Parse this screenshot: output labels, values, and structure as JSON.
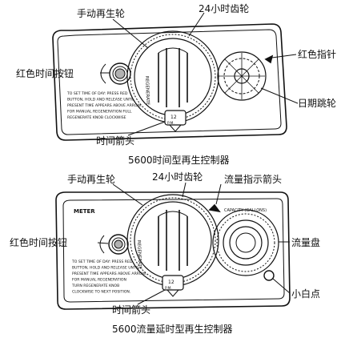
{
  "diagram1": {
    "caption": "5600时间型再生控制器",
    "callouts": {
      "manual_regen_wheel": "手动再生轮",
      "gear_24h": "24小时齿轮",
      "red_time_button": "红色时间按钮",
      "red_pointer": "红色指针",
      "day_skip_wheel": "日期跳轮",
      "time_arrow": "时间箭头"
    },
    "panel_text": {
      "regen_label": "REGENERATE",
      "knob_mark": "12",
      "pm_label": "P.M.",
      "instructions": [
        "TO SET TIME OF DAY: PRESS RED",
        "BUTTON, HOLD AND RELEASE UNTIL",
        "PRESENT TIME APPEARS ABOVE ARROW.",
        "FOR MANUAL REGENERATION FULL",
        "REGENERATE KNOB CLOCKWISE"
      ]
    }
  },
  "diagram2": {
    "caption": "5600流量延时型再生控制器",
    "callouts": {
      "manual_regen_wheel": "手动再生轮",
      "gear_24h": "24小时齿轮",
      "flow_arrow": "流量指示箭头",
      "red_time_button": "红色时间按钮",
      "flow_disk": "流量盘",
      "white_dot": "小白点",
      "time_arrow": "时间箭头"
    },
    "panel_text": {
      "meter_label": "METER",
      "capacity_label": "CAPACITY (GALLONS)",
      "regen_label": "REGENERATE",
      "knob_mark": "12",
      "pm_label": "P.M.",
      "instructions": [
        "TO SET TIME OF DAY: PRESS RED",
        "BUTTON, HOLD AND RELEASE UNTIL",
        "PRESENT TIME APPEARS ABOVE ARROW.",
        "FOR MANUAL REGENERATION",
        "TURN REGENERATE KNOB",
        "CLOCKWISE TO NEXT POSITION."
      ]
    }
  }
}
